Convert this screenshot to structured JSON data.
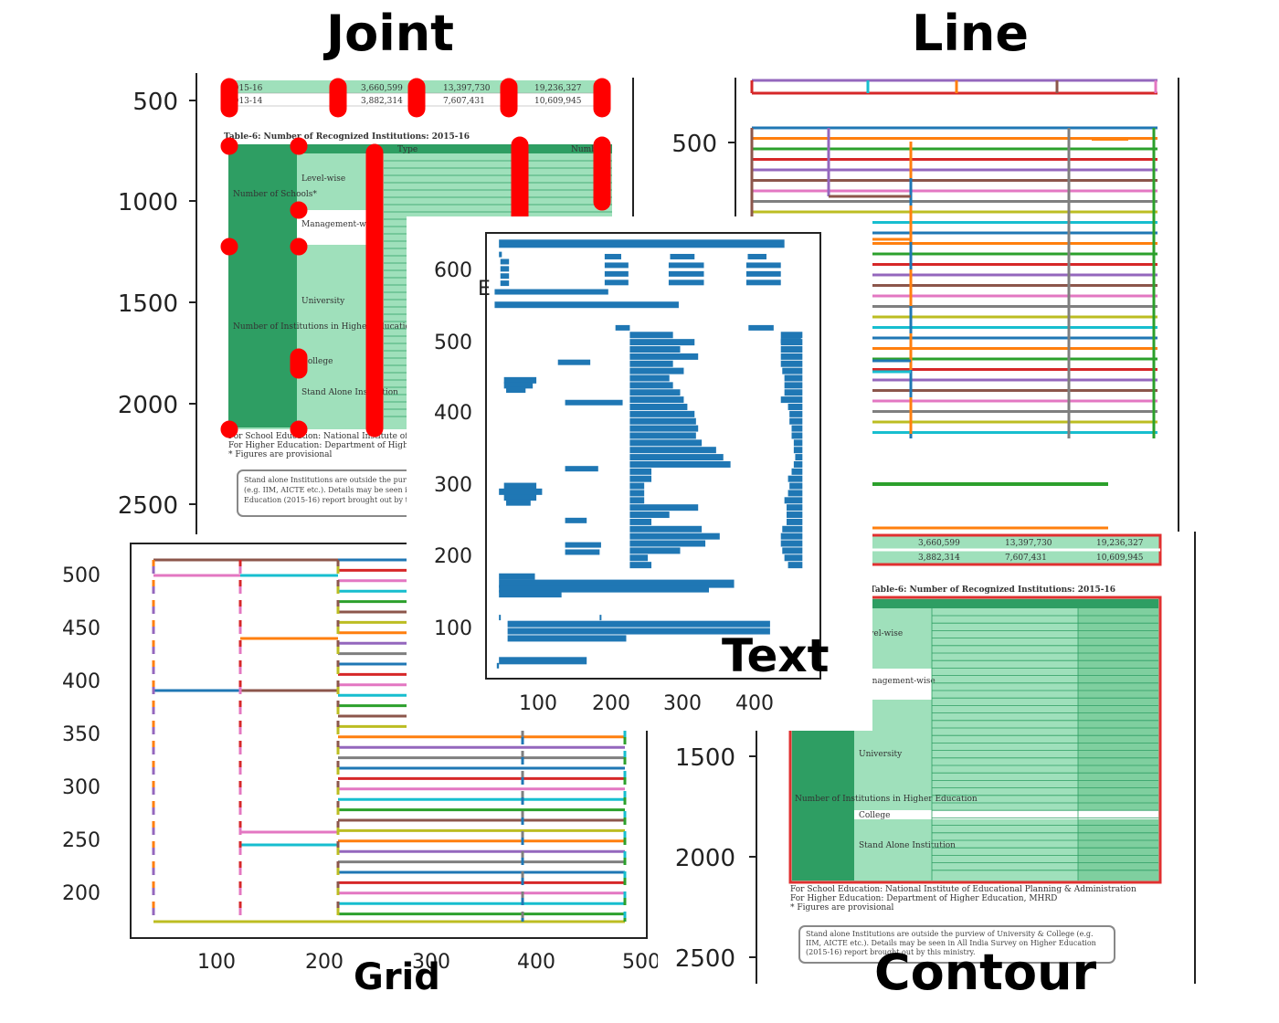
{
  "titles": {
    "joint": "Joint",
    "line": "Line",
    "text": "Text",
    "grid": "Grid",
    "contour": "Contour"
  },
  "colors": {
    "table_dark": "#2e9e63",
    "table_light": "#9fe0bb",
    "joint_marker": "#ff0000",
    "contour_box": "#e03030",
    "text_bar": "#1f77b4"
  },
  "joint_panel": {
    "y_ticks": [
      "500",
      "1000",
      "1500",
      "2000",
      "2500"
    ],
    "doc_rows": [
      "2015-16",
      "2013-14"
    ],
    "doc_values": [
      "3,660,599",
      "13,397,730",
      "19,236,327",
      "3,882,314",
      "7,607,431",
      "10,609,945"
    ],
    "doc_table_title": "Table-6: Number of Recognized Institutions: 2015-16",
    "doc_header_type": "Type",
    "doc_header_number": "Number",
    "doc_col_level": "Level-wise",
    "doc_col_management": "Management-wise",
    "doc_col_university": "University",
    "doc_col_college": "College",
    "doc_col_standalone": "Stand Alone Institution",
    "doc_row_schools": "Number of Schools*",
    "doc_row_higher": "Number of Institutions in Higher Education",
    "doc_source_school": "For School Education: National Institute of Educational Planning & Administration",
    "doc_source_higher": "For Higher Education: Department of Higher Education, MHRD",
    "doc_note": "* Figures are provisional",
    "doc_box_text": "Stand alone Institutions are outside the purview of University & College (e.g. IIM, AICTE etc.). Details may be seen in All India Survey on Higher Education (2015-16) report brought out by this ministry."
  },
  "line_panel": {
    "y_ticks": [
      "500"
    ]
  },
  "text_panel": {
    "y_ticks": [
      "600",
      "500",
      "400",
      "300",
      "200",
      "100"
    ],
    "x_ticks": [
      "100",
      "200",
      "300",
      "400"
    ],
    "partial_label": "E"
  },
  "grid_panel": {
    "y_ticks": [
      "500",
      "450",
      "400",
      "350",
      "300",
      "250",
      "200"
    ],
    "x_ticks": [
      "100",
      "200",
      "300",
      "400",
      "500"
    ]
  },
  "contour_panel": {
    "y_ticks": [
      "1500",
      "2000",
      "2500"
    ]
  }
}
